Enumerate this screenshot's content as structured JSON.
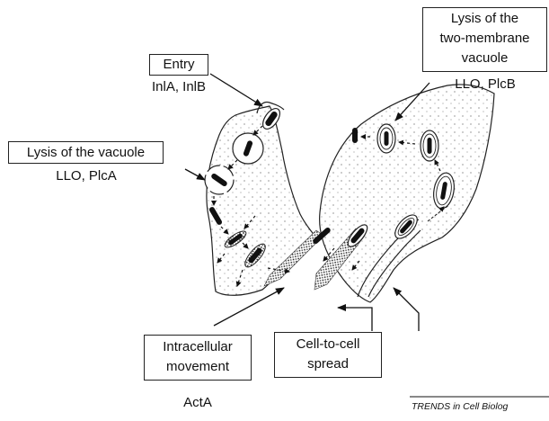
{
  "labels": {
    "entry_title": "Entry",
    "entry_genes": "InlA, InlB",
    "vacuole_lysis_title": "Lysis of the vacuole",
    "vacuole_lysis_genes": "LLO, PlcA",
    "two_membrane_title_line1": "Lysis of the",
    "two_membrane_title_line2": "two-membrane",
    "two_membrane_title_line3": "vacuole",
    "two_membrane_genes": "LLO, PlcB",
    "movement_title_line1": "Intracellular",
    "movement_title_line2": "movement",
    "movement_gene": "ActA",
    "spread_title_line1": "Cell-to-cell",
    "spread_title_line2": "spread"
  },
  "credit": "TRENDS in Cell Biolog"
}
